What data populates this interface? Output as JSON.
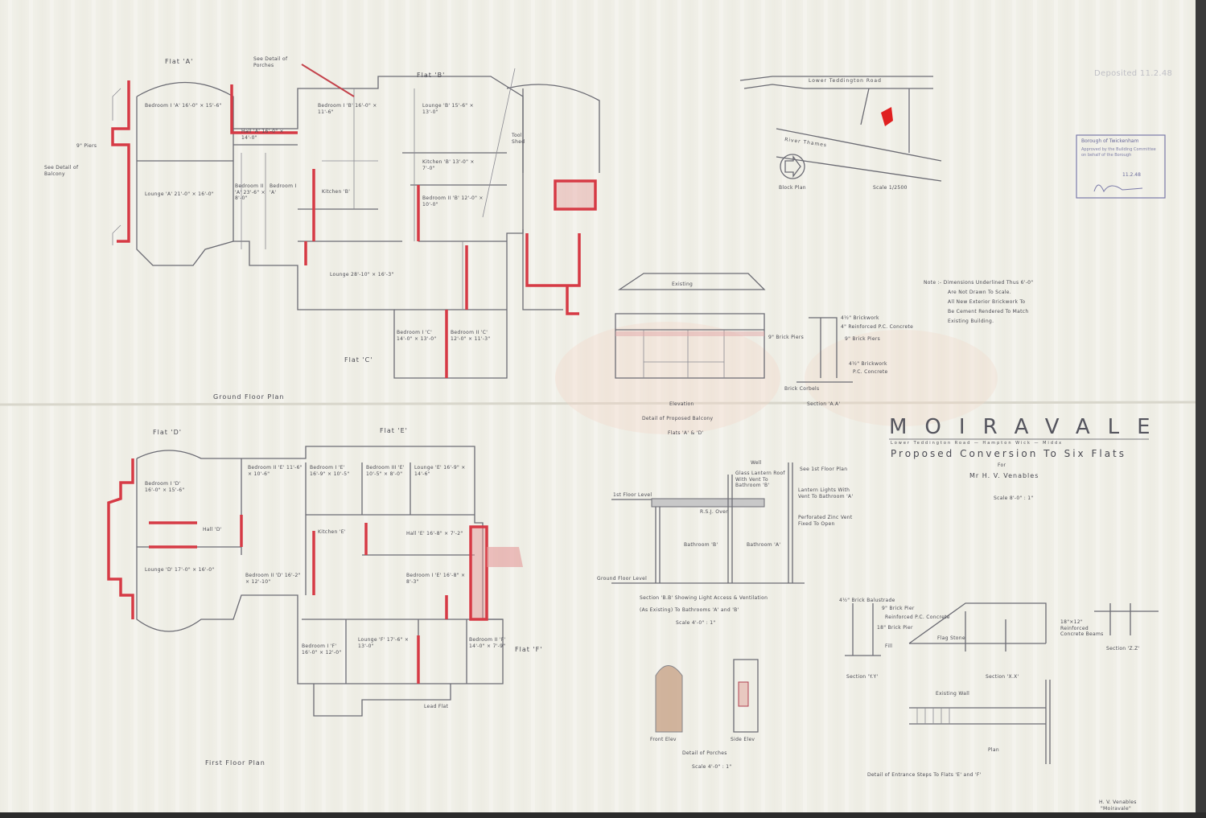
{
  "title_block": {
    "title": "MOIRAVALE",
    "address": "Lower Teddington Road — Hampton Wick — Middx",
    "subtitle": "Proposed Conversion To Six Flats",
    "for_label": "For",
    "client": "Mr H. V. Venables",
    "scale": "Scale 8'-0\" : 1\""
  },
  "note": {
    "lines": [
      "Note :- Dimensions Underlined Thus 6'-0\"",
      "Are Not Drawn To Scale.",
      "All New Exterior Brickwork To",
      "Be Cement Rendered To Match",
      "Existing Building."
    ]
  },
  "block_plan": {
    "label": "Block Plan",
    "scale": "Scale 1/2500",
    "road": "Lower Teddington Road",
    "river": "River Thames"
  },
  "stamp": {
    "authority": "Borough of Twickenham",
    "text": "Approved by the Building Committee on behalf of the Borough",
    "date": "11.2.48",
    "received": "Deposited 11.2.48"
  },
  "ground_floor": {
    "label": "Ground Floor Plan",
    "flats": [
      "Flat 'A'",
      "Flat 'B'",
      "Flat 'C'"
    ],
    "rooms": [
      "Bedroom I 'A' 16'-0\" × 15'-6\"",
      "Lounge 'A' 21'-0\" × 16'-0\"",
      "Hall 'A' 16'-0\" × 14'-0\"",
      "Bedroom II 'A' 23'-6\" × 8'-0\"",
      "Bedroom I 'A'",
      "Bedroom I 'B' 16'-0\" × 11'-6\"",
      "Kitchen 'B'",
      "Lounge 'B' 15'-6\" × 13'-0\"",
      "Kitchen 'B' 13'-0\" × 7'-0\"",
      "Bedroom II 'B' 12'-0\" × 10'-0\"",
      "Lounge 28'-10\" × 16'-3\"",
      "Bedroom I 'C' 14'-0\" × 13'-0\"",
      "Bedroom II 'C' 12'-0\" × 11'-3\""
    ],
    "annotations": [
      "See Detail of Balcony",
      "See Detail of Porches",
      "9\" Piers",
      "Tool Shed"
    ]
  },
  "first_floor": {
    "label": "First Floor Plan",
    "flats": [
      "Flat 'D'",
      "Flat 'E'",
      "Flat 'F'"
    ],
    "rooms": [
      "Bedroom I 'D' 16'-0\" × 15'-6\"",
      "Lounge 'D' 17'-0\" × 16'-0\"",
      "Hall 'D'",
      "Bedroom II 'E' 11'-6\" × 10'-6\"",
      "Bedroom I 'E' 16'-9\" × 10'-5\"",
      "Bedroom III 'E' 10'-5\" × 8'-0\"",
      "Lounge 'E' 16'-9\" × 14'-6\"",
      "Kitchen 'E'",
      "Hall 'E' 16'-8\" × 7'-2\"",
      "Bedroom I 'E' 16'-8\" × 8'-3\"",
      "Bedroom II 'D' 16'-2\" × 12'-10\"",
      "Bedroom I 'F' 16'-0\" × 12'-0\"",
      "Lounge 'F' 17'-6\" × 13'-0\"",
      "Bedroom II 'F' 14'-0\" × 7'-9\""
    ],
    "annotations": [
      "Lead Flat",
      "Flat 'F'"
    ]
  },
  "balcony_detail": {
    "elevation": "Elevation",
    "title": "Detail of Proposed Balcony",
    "flats": "Flats 'A' & 'D'",
    "existing": "Existing",
    "section": "Section 'A.A'",
    "notes": [
      "4½\" Brickwork",
      "4\" Reinforced P.C. Concrete",
      "9\" Brick Piers",
      "4½\" Brickwork",
      "P.C. Concrete",
      "Brick Corbels",
      "9\" Brick Piers"
    ]
  },
  "section_bb": {
    "well": "Well",
    "title": "Section 'B.B' Showing Light Access & Ventilation",
    "subtitle": "(As Existing) To Bathrooms 'A' and 'B'",
    "scale": "Scale 4'-0\" : 1\"",
    "labels": [
      "1st Floor Level",
      "Ground Floor Level",
      "Bathroom 'B'",
      "Bathroom 'A'",
      "R.S.J. Over",
      "Glass Lantern Roof With Vent To Bathroom 'B'",
      "Lantern Lights With Vent To Bathroom 'A'",
      "See 1st Floor Plan",
      "Perforated Zinc Vent Fixed To Open"
    ]
  },
  "porch_detail": {
    "front": "Front Elev",
    "side": "Side Elev",
    "title": "Detail of Porches",
    "scale": "Scale 4'-0\" : 1\""
  },
  "steps_detail": {
    "section_yy": "Section 'Y.Y'",
    "section_xx": "Section 'X.X'",
    "section_zz": "Section 'Z.Z'",
    "plan": "Plan",
    "existing_wall": "Existing Wall",
    "title": "Detail of Entrance Steps To Flats 'E' and 'F'",
    "notes": [
      "4½\" Brick Balustrade",
      "9\" Brick Pier",
      "Reinforced P.C. Concrete",
      "18\" Brick Pier",
      "Flag Stone",
      "Fill",
      "18\"×12\" Reinforced Concrete Beams"
    ]
  },
  "signature": [
    "H. V. Venables",
    "\"Moiravale\""
  ],
  "colors": {
    "paper": "#efeee6",
    "ink": "#5a5a62",
    "red_new_work": "#d63a45"
  }
}
